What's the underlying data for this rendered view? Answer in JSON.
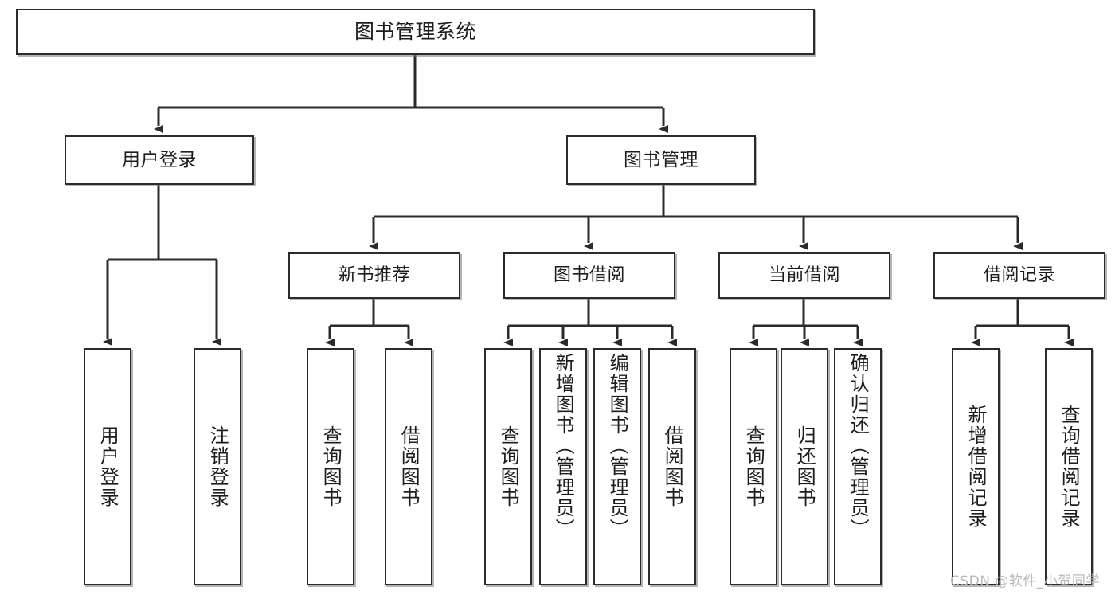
{
  "diagram": {
    "type": "tree-hierarchy-chart",
    "title": "图书管理系统",
    "root": {
      "label": "图书管理系统"
    },
    "level2": [
      {
        "id": "user-login",
        "label": "用户登录"
      },
      {
        "id": "book-management",
        "label": "图书管理"
      }
    ],
    "level3": [
      {
        "id": "new-book-recommend",
        "label": "新书推荐",
        "parent": "book-management"
      },
      {
        "id": "book-borrow",
        "label": "图书借阅",
        "parent": "book-management"
      },
      {
        "id": "current-borrow",
        "label": "当前借阅",
        "parent": "book-management"
      },
      {
        "id": "borrow-record",
        "label": "借阅记录",
        "parent": "book-management"
      }
    ],
    "leaves": [
      {
        "id": "leaf-user-login",
        "label": "用户登录",
        "parent": "user-login"
      },
      {
        "id": "leaf-logout-login",
        "label": "注销登录",
        "parent": "user-login"
      },
      {
        "id": "leaf-query-book-1",
        "label": "查询图书",
        "parent": "new-book-recommend"
      },
      {
        "id": "leaf-borrow-book-1",
        "label": "借阅图书",
        "parent": "new-book-recommend"
      },
      {
        "id": "leaf-query-book-2",
        "label": "查询图书",
        "parent": "book-borrow"
      },
      {
        "id": "leaf-add-book",
        "label": "新增图书（管理员）",
        "parent": "book-borrow"
      },
      {
        "id": "leaf-edit-book",
        "label": "编辑图书（管理员）",
        "parent": "book-borrow"
      },
      {
        "id": "leaf-borrow-book-2",
        "label": "借阅图书",
        "parent": "book-borrow"
      },
      {
        "id": "leaf-query-book-3",
        "label": "查询图书",
        "parent": "current-borrow"
      },
      {
        "id": "leaf-return-book",
        "label": "归还图书",
        "parent": "current-borrow"
      },
      {
        "id": "leaf-confirm-return",
        "label": "确认归还（管理员）",
        "parent": "current-borrow"
      },
      {
        "id": "leaf-add-record",
        "label": "新增借阅记录",
        "parent": "borrow-record"
      },
      {
        "id": "leaf-query-record",
        "label": "查询借阅记录",
        "parent": "borrow-record"
      }
    ],
    "watermark": "CSDN @软件_小贺同学",
    "colors": {
      "box_border": "#2b2b2b",
      "box_fill": "#ffffff",
      "connector": "#2b2b2b",
      "text": "#1d1d1d",
      "watermark": "#b9b9b9",
      "background": "#ffffff"
    }
  }
}
